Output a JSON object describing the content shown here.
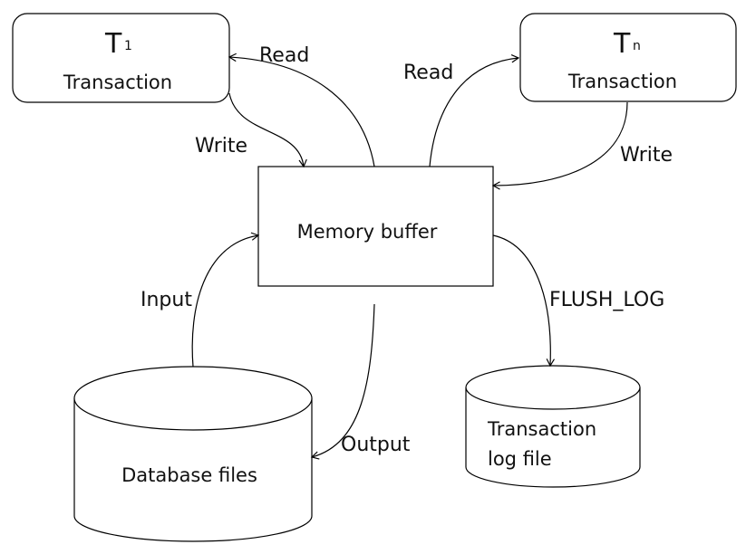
{
  "nodes": {
    "t1": {
      "letter": "T",
      "subscript": "1",
      "label": "Transaction"
    },
    "tn": {
      "letter": "T",
      "subscript": "n",
      "label": "Transaction"
    },
    "memory_buffer": {
      "label": "Memory buffer"
    },
    "database_files": {
      "label": "Database files"
    },
    "transaction_log": {
      "line1": "Transaction",
      "line2": "log file"
    }
  },
  "edges": {
    "read_t1": "Read",
    "write_t1": "Write",
    "read_tn": "Read",
    "write_tn": "Write",
    "input": "Input",
    "output": "Output",
    "flush_log": "FLUSH_LOG"
  },
  "colors": {
    "stroke": "#000000",
    "text": "#111111",
    "background": "#ffffff"
  }
}
